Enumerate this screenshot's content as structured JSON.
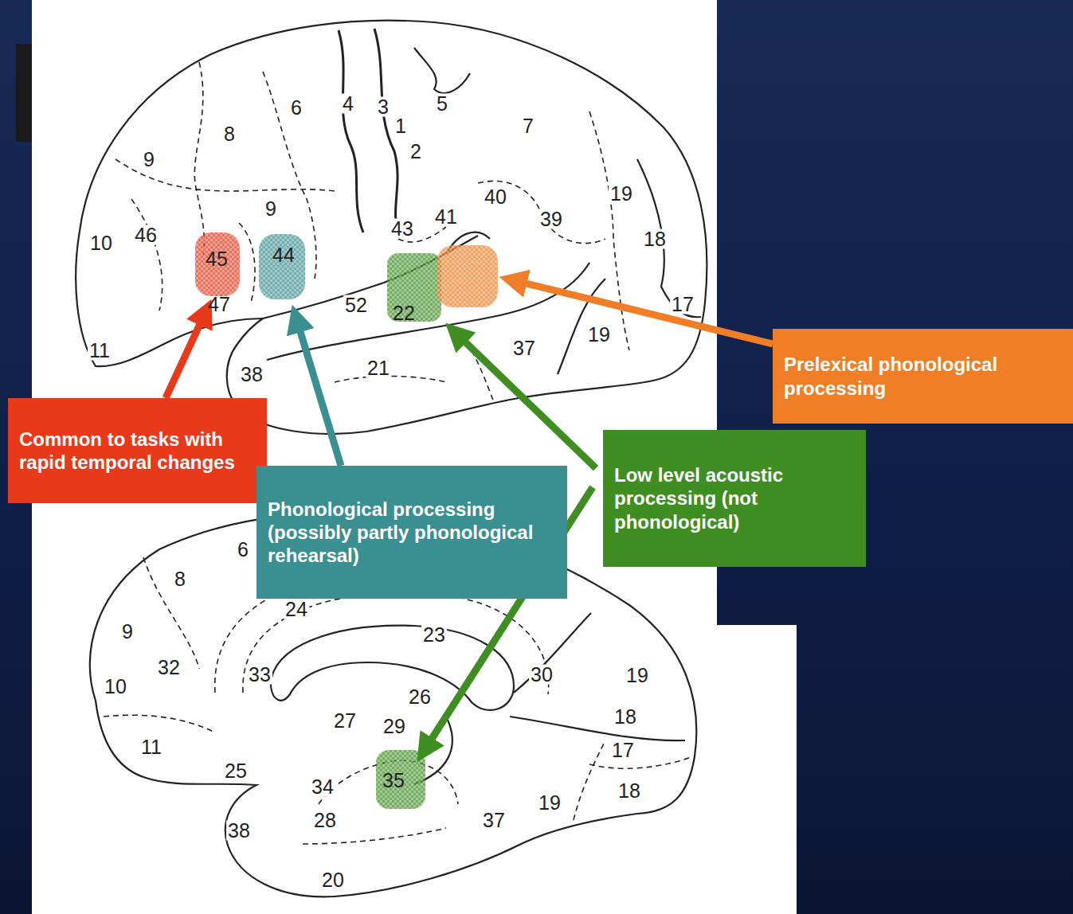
{
  "diagram": {
    "nodes": [
      {
        "text": [
          "Common to tasks with rapid temporal changes"
        ]
      },
      {
        "text": [
          "Phonological processing (possibly partly phonological rehearsal)"
        ]
      },
      {
        "text": [
          "Low level acoustic processing (not phonological)"
        ]
      },
      {
        "text": [
          "Prelexical phonological processing"
        ]
      }
    ],
    "labels": [
      "6",
      "4",
      "3",
      "5",
      "1",
      "2",
      "7",
      "8",
      "9",
      "9",
      "10",
      "46",
      "45",
      "44",
      "40",
      "41",
      "39",
      "19",
      "18",
      "43",
      "52",
      "22",
      "47",
      "11",
      "38",
      "21",
      "37",
      "19",
      "17",
      "6",
      "8",
      "24",
      "23",
      "9",
      "32",
      "33",
      "10",
      "30",
      "19",
      "26",
      "18",
      "27",
      "29",
      "17",
      "11",
      "25",
      "34",
      "35",
      "19",
      "18",
      "28",
      "38",
      "37",
      "20"
    ]
  }
}
